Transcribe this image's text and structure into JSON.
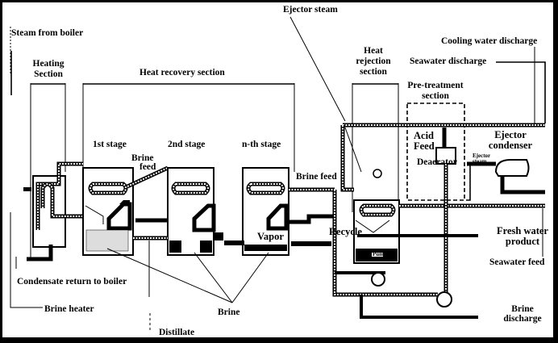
{
  "diagram": {
    "title": "Multi-stage flash desalination process flow",
    "sections": {
      "heating": "Heating Section",
      "heating_l1": "Heating",
      "heating_l2": "Section",
      "heat_recovery": "Heat recovery section",
      "heat_rejection_l1": "Heat",
      "heat_rejection_l2": "rejection",
      "heat_rejection_l3": "section",
      "pretreatment_l1": "Pre-treatment",
      "pretreatment_l2": "section"
    },
    "stages": {
      "first": "1st stage",
      "second": "2nd stage",
      "nth": "n-th stage"
    },
    "labels": {
      "steam_from_boiler": "Steam from boiler",
      "ejector_steam": "Ejector steam",
      "cooling_water_discharge": "Cooling water discharge",
      "seawater_discharge": "Seawater discharge",
      "brine_feed_l1": "Brine",
      "brine_feed_l2": "feed",
      "brine_feed": "Brine feed",
      "acid_l1": "Acid",
      "acid_l2": "Feed",
      "deaerator": "Deaerator",
      "ejector_condenser_l1": "Ejector",
      "ejector_condenser_l2": "condenser",
      "ejector_small_l1": "Ejector",
      "ejector_small_l2": "steam",
      "vapor": "Vapor",
      "recycle": "Recycle",
      "fresh_water_l1": "Fresh water",
      "fresh_water_l2": "product",
      "seawater_feed": "Seawater feed",
      "condensate_return": "Condensate return to boiler",
      "brine_heater": "Brine heater",
      "brine": "Brine",
      "distillate": "Distillate",
      "brine_discharge_l1": "Brine",
      "brine_discharge_l2": "discharge",
      "pump_tag": "Pump"
    }
  }
}
